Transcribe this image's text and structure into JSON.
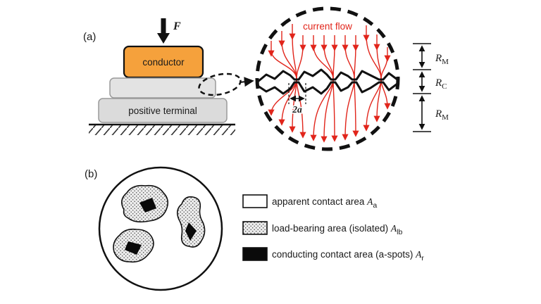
{
  "colors": {
    "conductor_fill": "#F5A13C",
    "terminal_fill": "#DBDBDB",
    "spacer_fill": "#E3E3E3",
    "current_red": "#E1251B"
  },
  "panel_a": {
    "label": "(a)",
    "force_symbol": "F",
    "conductor_label": "conductor",
    "terminal_label": "positive terminal",
    "current_flow_label": "current flow",
    "constriction_label": "2a",
    "resistance_top": {
      "base": "R",
      "sub": "M"
    },
    "resistance_mid": {
      "base": "R",
      "sub": "C"
    },
    "resistance_bottom": {
      "base": "R",
      "sub": "M"
    }
  },
  "panel_b": {
    "label": "(b)",
    "legend": [
      {
        "label": "apparent contact area ",
        "symbol": "A",
        "sub": "a"
      },
      {
        "label": "load-bearing area (isolated) ",
        "symbol": "A",
        "sub": "lb"
      },
      {
        "label": "conducting contact area (a-spots) ",
        "symbol": "A",
        "sub": "r"
      }
    ]
  }
}
